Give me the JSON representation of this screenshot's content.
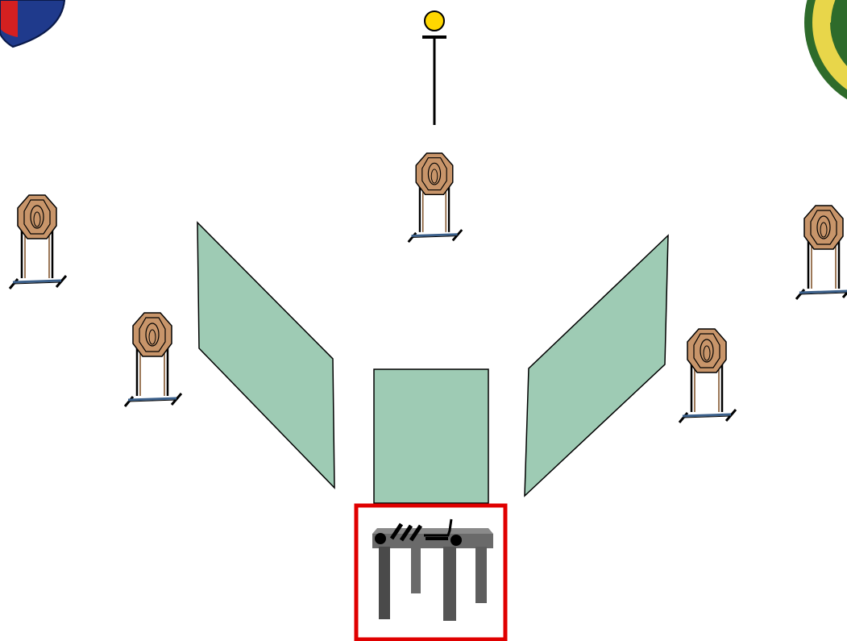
{
  "stage": {
    "title": "",
    "colors": {
      "wall_fill": "#9ecbb4",
      "target_fill": "#c8956a",
      "post": "#000000",
      "base_bar": "#3a5f8a",
      "popper_head": "#ffd700",
      "start_box": "#e00000",
      "table": "#555555"
    },
    "elements": {
      "logo_left": "shield-logo",
      "logo_right": "federation-seal-logo",
      "popper": "steel-popper",
      "targets": [
        "target-center",
        "target-far-left",
        "target-left",
        "target-right",
        "target-far-right"
      ],
      "walls": [
        "wall-left",
        "wall-center",
        "wall-right"
      ],
      "start_position": "start-table"
    }
  }
}
